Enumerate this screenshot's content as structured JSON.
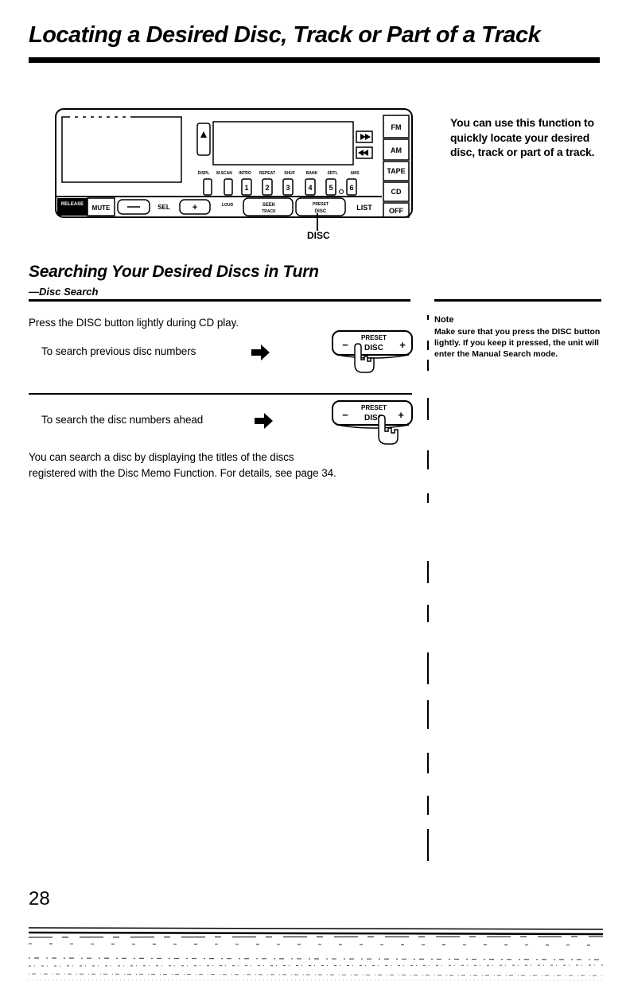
{
  "page": {
    "title": "Locating a Desired Disc, Track or Part of a Track",
    "page_number": "28"
  },
  "panel": {
    "buttons_right": [
      "FM",
      "AM",
      "TAPE",
      "CD",
      "OFF"
    ],
    "bottom_buttons": [
      "MUTE",
      "SEL",
      "LIST"
    ],
    "indicator_labels": [
      "DISPL",
      "M.SCAN",
      "INTRO",
      "REPEAT",
      "SHUF",
      "BANK",
      "SRTL",
      "AMS"
    ],
    "number_keys": [
      "1",
      "2",
      "3",
      "4",
      "5",
      "6"
    ],
    "seek_label": "SEEK",
    "track_label": "TRACK",
    "preset_label": "PRESET",
    "disc_label": "DISC",
    "release_label": "RELEASE",
    "loud_label": "LOUD",
    "callout": "DISC"
  },
  "intro": {
    "text": "You can use this function to quickly locate your desired disc, track or part of a track."
  },
  "section": {
    "title": "Searching Your Desired Discs in Turn",
    "subtitle": "—Disc Search",
    "instruction": "Press the DISC button lightly during CD play.",
    "step_previous": "To search previous disc numbers",
    "step_ahead": "To search the disc numbers ahead",
    "memo_line1": "You can search a disc by displaying the titles of the discs",
    "memo_line2": "registered with the Disc Memo Function. For details, see page 34.",
    "button_preset": "PRESET",
    "button_disc": "DISC",
    "button_minus": "−",
    "button_plus": "+"
  },
  "note": {
    "title": "Note",
    "body": "Make sure that you press the DISC button lightly. If you keep it pressed, the unit will enter the Manual Search mode."
  }
}
